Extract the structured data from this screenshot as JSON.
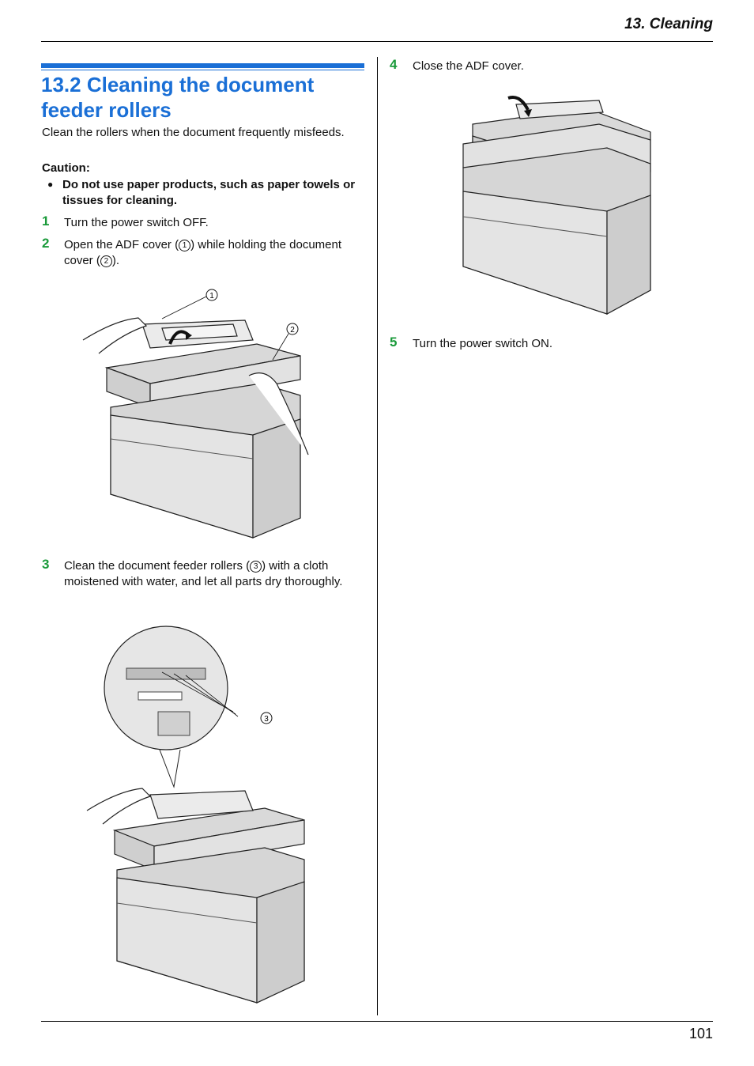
{
  "header": {
    "chapter": "13. Cleaning"
  },
  "page_number": "101",
  "section": {
    "title": "13.2 Cleaning the document feeder rollers",
    "intro": "Clean the rollers when the document frequently misfeeds."
  },
  "caution": {
    "label": "Caution:",
    "bullet": "Do not use paper products, such as paper towels or tissues for cleaning."
  },
  "steps": [
    {
      "num": "1",
      "text": "Turn the power switch OFF."
    },
    {
      "num": "2",
      "text_a": "Open the ADF cover (",
      "ref1": "1",
      "text_b": ") while holding the document cover (",
      "ref2": "2",
      "text_c": ")."
    },
    {
      "num": "3",
      "text_a": "Clean the document feeder rollers (",
      "ref": "3",
      "text_b": ") with a cloth moistened with water, and let all parts dry thoroughly."
    },
    {
      "num": "4",
      "text": "Close the ADF cover."
    },
    {
      "num": "5",
      "text": "Turn the power switch ON."
    }
  ],
  "callouts": {
    "c1": "1",
    "c2": "2",
    "c3": "3"
  }
}
